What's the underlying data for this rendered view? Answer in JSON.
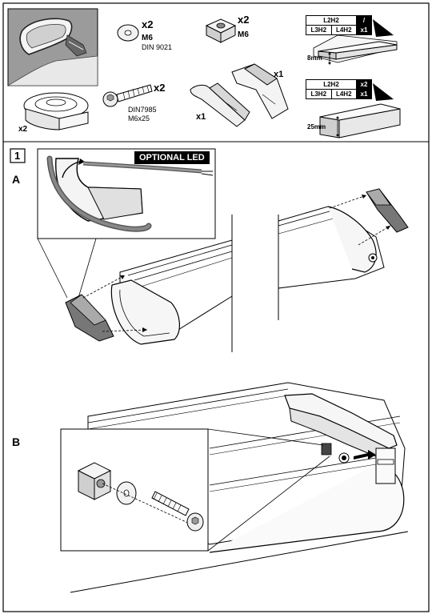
{
  "parts": {
    "washer": {
      "qty": "x2",
      "size": "M6",
      "standard": "DIN 9021"
    },
    "square_nut": {
      "qty": "x2",
      "size": "M6"
    },
    "bolt": {
      "qty": "x2",
      "standard": "DIN7985",
      "size": "M6x25"
    },
    "cushion_roll": {
      "qty": "x2"
    },
    "end_cap_pair": {
      "qty_left": "x1",
      "qty_right": "x1"
    }
  },
  "spacer_tables": {
    "thin": {
      "row1": [
        "L2H2",
        "/"
      ],
      "row2": [
        "L3H2",
        "L4H2",
        "x1"
      ],
      "thickness": "8mm"
    },
    "thick": {
      "row1": [
        "L2H2",
        "x2"
      ],
      "row2": [
        "L3H2",
        "L4H2",
        "x1"
      ],
      "thickness": "25mm"
    }
  },
  "steps": {
    "step_number": "1",
    "sub_a": "A",
    "sub_b": "B",
    "optional_label": "OPTIONAL LED"
  }
}
